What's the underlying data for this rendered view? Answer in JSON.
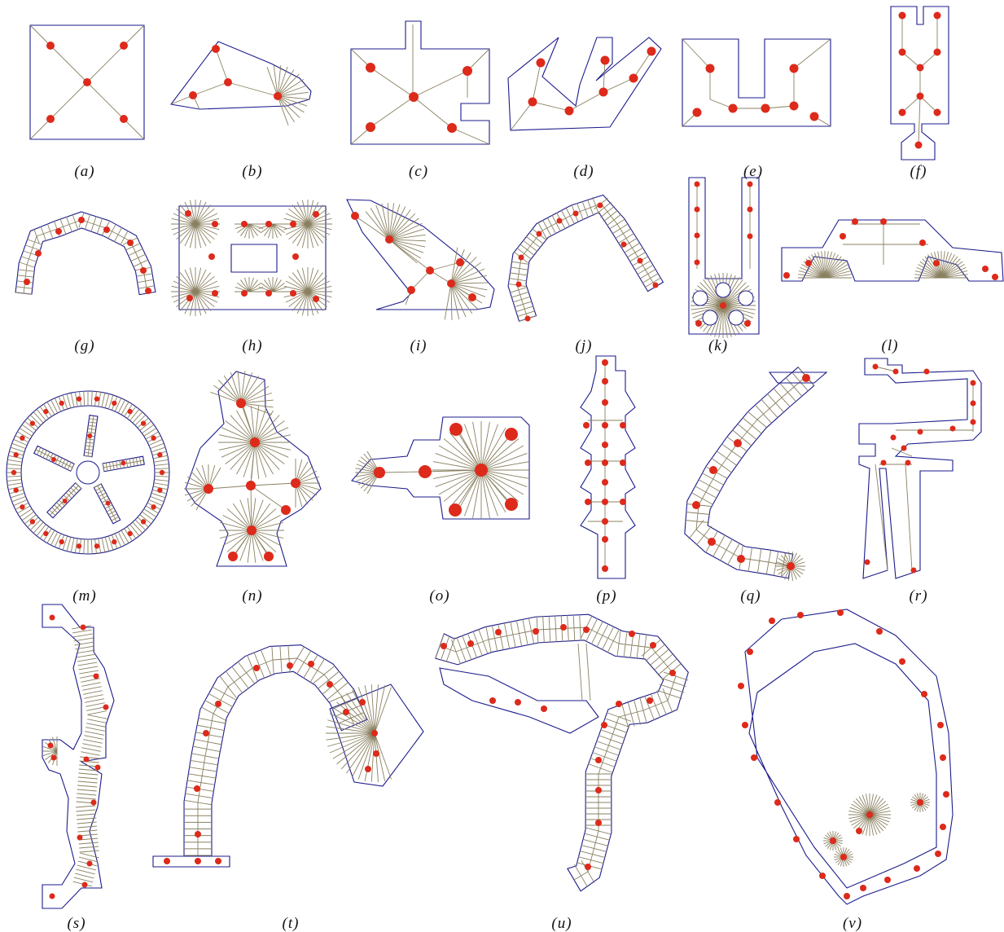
{
  "figure": {
    "panels": [
      {
        "id": "a",
        "label": "(a)"
      },
      {
        "id": "b",
        "label": "(b)"
      },
      {
        "id": "c",
        "label": "(c)"
      },
      {
        "id": "d",
        "label": "(d)"
      },
      {
        "id": "e",
        "label": "(e)"
      },
      {
        "id": "f",
        "label": "(f)"
      },
      {
        "id": "g",
        "label": "(g)"
      },
      {
        "id": "h",
        "label": "(h)"
      },
      {
        "id": "i",
        "label": "(i)"
      },
      {
        "id": "j",
        "label": "(j)"
      },
      {
        "id": "k",
        "label": "(k)"
      },
      {
        "id": "l",
        "label": "(l)"
      },
      {
        "id": "m",
        "label": "(m)"
      },
      {
        "id": "n",
        "label": "(n)"
      },
      {
        "id": "o",
        "label": "(o)"
      },
      {
        "id": "p",
        "label": "(p)"
      },
      {
        "id": "q",
        "label": "(q)"
      },
      {
        "id": "r",
        "label": "(r)"
      },
      {
        "id": "s",
        "label": "(s)"
      },
      {
        "id": "t",
        "label": "(t)"
      },
      {
        "id": "u",
        "label": "(u)"
      },
      {
        "id": "v",
        "label": "(v)"
      }
    ]
  },
  "colors": {
    "outline": "#1b1b8c",
    "skeleton": "#8a8060",
    "dot": "#dd2a1b",
    "caption": "#111111"
  }
}
